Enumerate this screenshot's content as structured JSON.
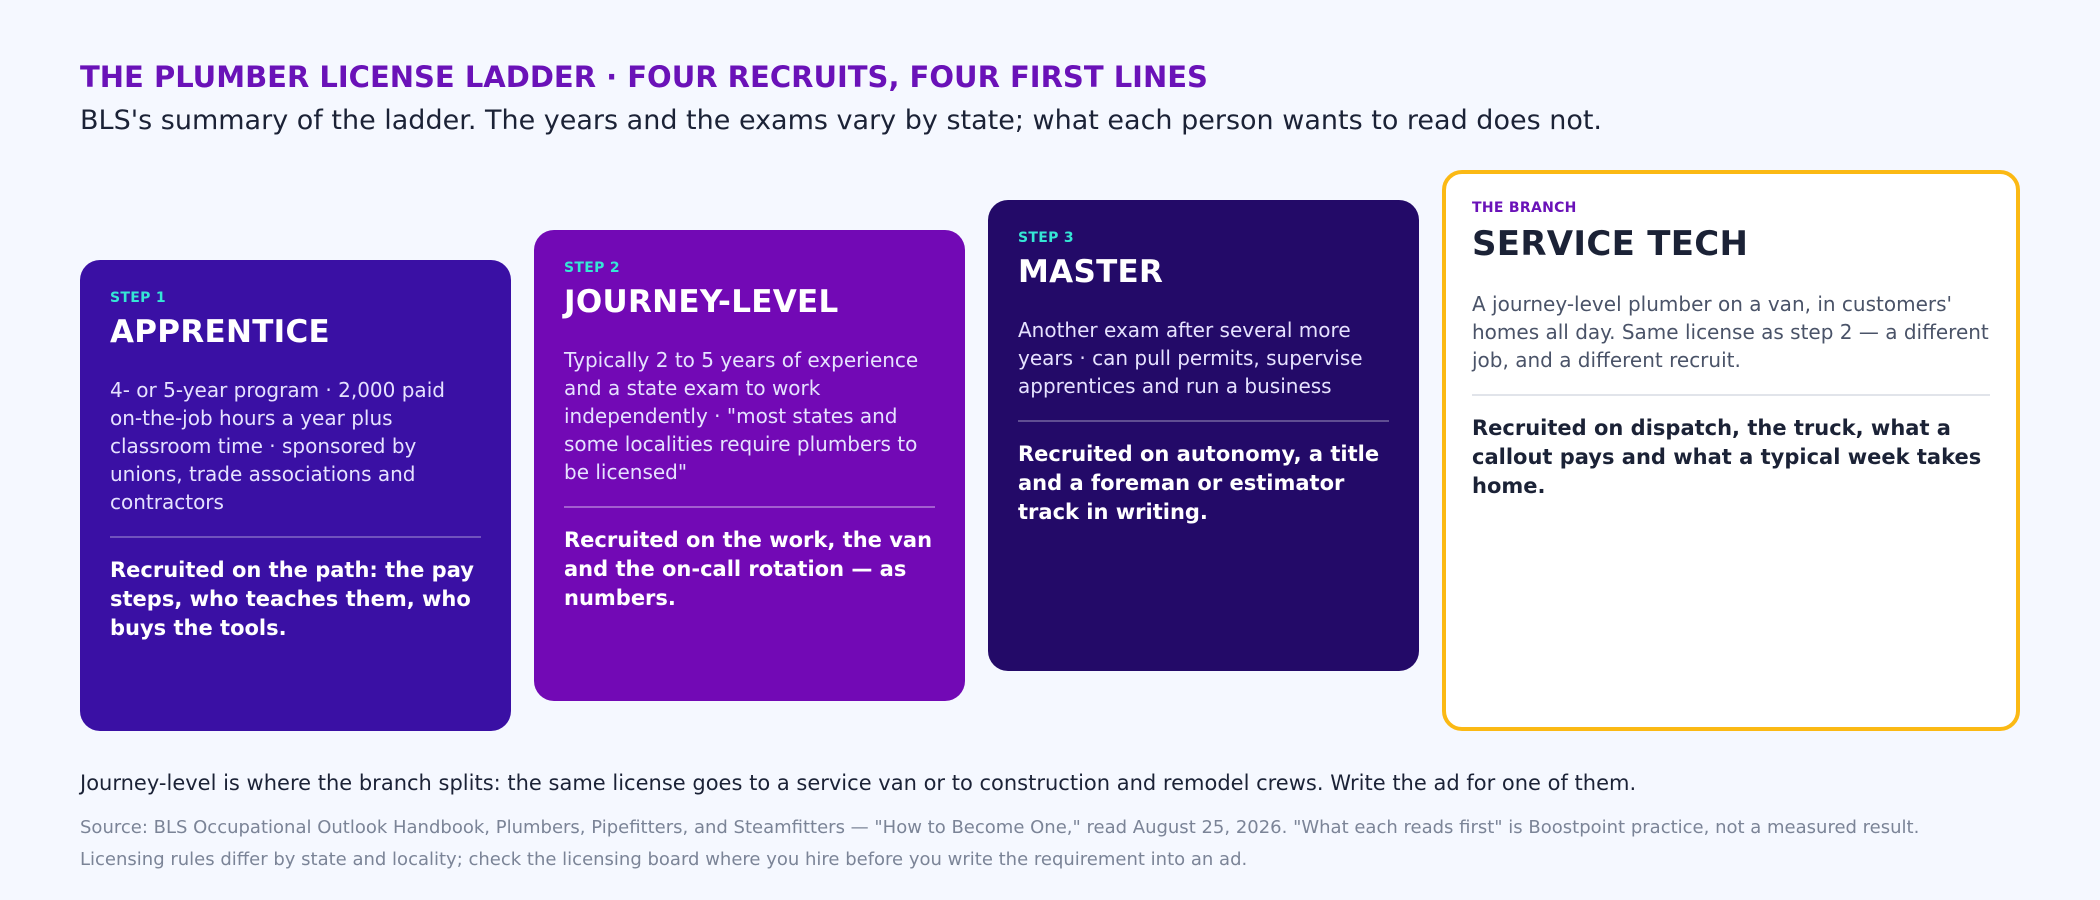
{
  "header": {
    "title": "THE PLUMBER LICENSE LADDER · FOUR RECRUITS, FOUR FIRST LINES",
    "subtitle": "BLS's summary of the ladder. The years and the exams vary by state; what each person wants to read does not."
  },
  "cards": [
    {
      "step": "STEP 1",
      "title": "APPRENTICE",
      "description": "4- or 5-year program · 2,000 paid on-the-job hours a year plus classroom time · sponsored by unions, trade associations and contractors",
      "recruit": "Recruited on the path: the pay steps, who teaches them, who buys the tools."
    },
    {
      "step": "STEP 2",
      "title": "JOURNEY-LEVEL",
      "description": "Typically 2 to 5 years of experience and a state exam to work independently · \"most states and some localities require plumbers to be licensed\"",
      "recruit": "Recruited on the work, the van and the on-call rotation — as numbers."
    },
    {
      "step": "STEP 3",
      "title": "MASTER",
      "description": "Another exam after several more years · can pull permits, supervise apprentices and run a business",
      "recruit": "Recruited on autonomy, a title and a foreman or estimator track in writing."
    },
    {
      "step": "THE BRANCH",
      "title": "SERVICE TECH",
      "description": "A journey-level plumber on a van, in customers' homes all day. Same license as step 2 — a different job, and a different recruit.",
      "recruit": "Recruited on dispatch, the truck, what a callout pays and what a typical week takes home."
    }
  ],
  "footer": {
    "note": "Journey-level is where the branch splits: the same license goes to a service van or to construction and remodel crews. Write the ad for one of them.",
    "source_line1": "Source: BLS Occupational Outlook Handbook, Plumbers, Pipefitters, and Steamfitters — \"How to Become One,\" read August 25, 2026. \"What each reads first\" is Boostpoint practice, not a measured result.",
    "source_line2": "Licensing rules differ by state and locality; check the licensing board where you hire before you write the requirement into an ad."
  },
  "colors": {
    "title": "#6a12b8",
    "step1": "#3a10a4",
    "step2": "#7209b5",
    "step3": "#230a68",
    "branch_border": "#fbb914",
    "step_label": "#35e6d5"
  }
}
